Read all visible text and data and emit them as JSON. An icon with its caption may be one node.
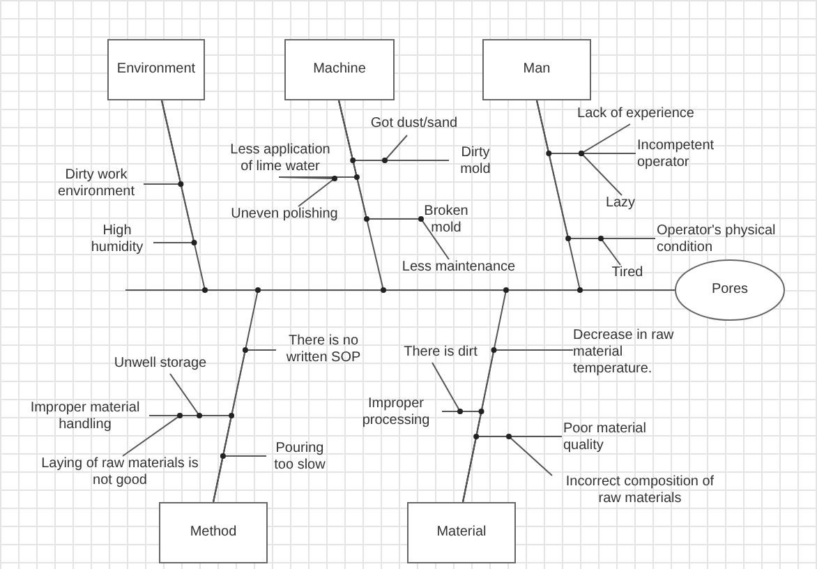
{
  "diagram": {
    "nodes": [
      {
        "text": [
          "Environment"
        ]
      },
      {
        "text": [
          "Machine"
        ]
      },
      {
        "text": [
          "Man"
        ]
      },
      {
        "text": [
          "Pores"
        ]
      },
      {
        "text": [
          "Method"
        ]
      },
      {
        "text": [
          "Material"
        ]
      },
      {
        "text": [
          "Dirty work environment"
        ]
      },
      {
        "text": [
          "High humidity"
        ]
      },
      {
        "text": [
          "Got dust/sand"
        ]
      },
      {
        "text": [
          "Dirty mold"
        ]
      },
      {
        "text": [
          "Less application of lime water"
        ]
      },
      {
        "text": [
          "Uneven polishing"
        ]
      },
      {
        "text": [
          "Broken mold"
        ]
      },
      {
        "text": [
          "Less maintenance"
        ]
      },
      {
        "text": [
          "Lack of experience"
        ]
      },
      {
        "text": [
          "Incompetent operator"
        ]
      },
      {
        "text": [
          "Lazy"
        ]
      },
      {
        "text": [
          "Operator's physical condition"
        ]
      },
      {
        "text": [
          "Tired"
        ]
      },
      {
        "text": [
          "There is no written SOP"
        ]
      },
      {
        "text": [
          "Unwell storage"
        ]
      },
      {
        "text": [
          "Improper material handling"
        ]
      },
      {
        "text": [
          "Laying of raw materials is not good"
        ]
      },
      {
        "text": [
          "Pouring too slow"
        ]
      },
      {
        "text": [
          "There is dirt"
        ]
      },
      {
        "text": [
          "Decrease in raw material temperature."
        ]
      },
      {
        "text": [
          "Improper processing"
        ]
      },
      {
        "text": [
          "Poor material quality"
        ]
      },
      {
        "text": [
          "Incorrect composition of raw materials"
        ]
      }
    ],
    "edges": [
      {
        "from": null,
        "to": 3,
        "arrow": "none"
      },
      {
        "from": 0,
        "to": 3,
        "arrow": "none"
      },
      {
        "from": 1,
        "to": 3,
        "arrow": "none"
      },
      {
        "from": 2,
        "to": 3,
        "arrow": "none"
      },
      {
        "from": 4,
        "to": 3,
        "arrow": "none"
      },
      {
        "from": 5,
        "to": 3,
        "arrow": "none"
      },
      {
        "from": 6,
        "to": 0,
        "arrow": "none"
      },
      {
        "from": 7,
        "to": 0,
        "arrow": "none"
      },
      {
        "from": 9,
        "to": 1,
        "arrow": "none"
      },
      {
        "from": 8,
        "to": 9,
        "arrow": "none"
      },
      {
        "from": 10,
        "to": 1,
        "arrow": "none"
      },
      {
        "from": 11,
        "to": 10,
        "arrow": "none"
      },
      {
        "from": 12,
        "to": 1,
        "arrow": "none"
      },
      {
        "from": 13,
        "to": 12,
        "arrow": "none"
      },
      {
        "from": 15,
        "to": 2,
        "arrow": "none"
      },
      {
        "from": 14,
        "to": 15,
        "arrow": "none"
      },
      {
        "from": 16,
        "to": 15,
        "arrow": "none"
      },
      {
        "from": 17,
        "to": 2,
        "arrow": "none"
      },
      {
        "from": 18,
        "to": 17,
        "arrow": "none"
      },
      {
        "from": 19,
        "to": 4,
        "arrow": "none"
      },
      {
        "from": 21,
        "to": 4,
        "arrow": "none"
      },
      {
        "from": 20,
        "to": 21,
        "arrow": "none"
      },
      {
        "from": 22,
        "to": 21,
        "arrow": "none"
      },
      {
        "from": 23,
        "to": 4,
        "arrow": "none"
      },
      {
        "from": 25,
        "to": 5,
        "arrow": "none"
      },
      {
        "from": 26,
        "to": 5,
        "arrow": "none"
      },
      {
        "from": 24,
        "to": 26,
        "arrow": "none"
      },
      {
        "from": 27,
        "to": 5,
        "arrow": "none"
      },
      {
        "from": 28,
        "to": 27,
        "arrow": "none"
      }
    ]
  }
}
